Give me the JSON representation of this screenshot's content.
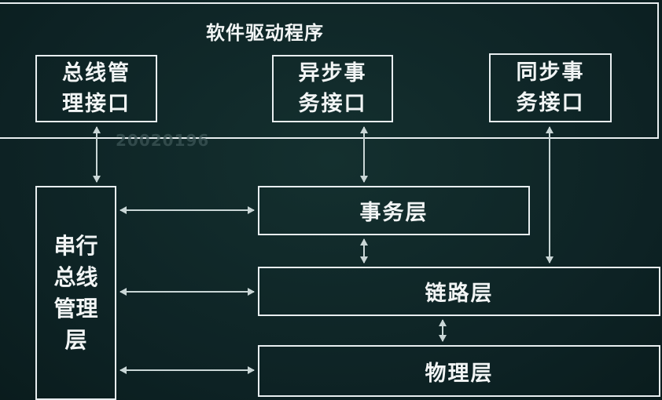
{
  "diagram": {
    "software_driver": {
      "title": "软件驱动程序"
    },
    "interfaces": [
      {
        "line1": "总线管",
        "line2": "理接口"
      },
      {
        "line1": "异步事",
        "line2": "务接口"
      },
      {
        "line1": "同步事",
        "line2": "务接口"
      }
    ],
    "serial_bus_mgmt": {
      "lines": [
        "串行",
        "总线",
        "管理",
        "层"
      ]
    },
    "layers": {
      "transaction": "事务层",
      "link": "链路层",
      "physical": "物理层"
    },
    "watermark": "20020196"
  }
}
